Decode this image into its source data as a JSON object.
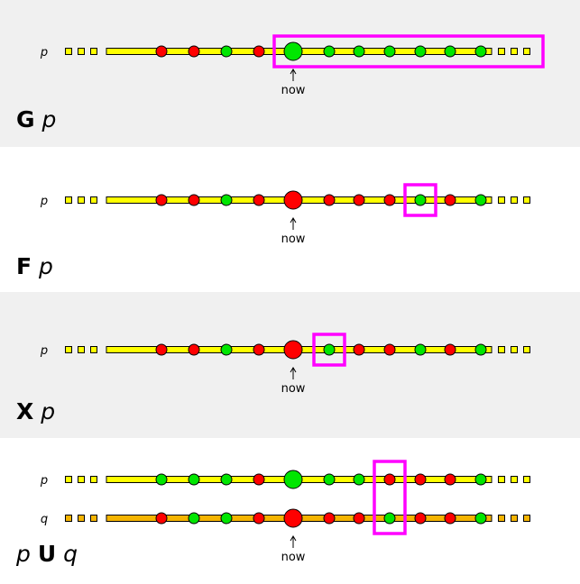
{
  "colors": {
    "panel_alt": "#f0f0f0",
    "panel_white": "#ffffff",
    "track_p": "#ffff00",
    "track_q": "#f5b400",
    "true": "#00e600",
    "false": "#ff0000",
    "highlight": "#ff00ff",
    "stroke": "#000000"
  },
  "now_label": "now",
  "panels": [
    {
      "id": "globally",
      "formula": {
        "op": "G",
        "pre": "",
        "post": "p"
      },
      "tracks": [
        {
          "name": "p",
          "kind": "p",
          "states": [
            "F",
            "F",
            "T",
            "F",
            "T",
            "T",
            "T",
            "T",
            "T",
            "T",
            "T"
          ]
        }
      ],
      "highlight": {
        "from": 4,
        "to": 10,
        "extends_to_end": true
      }
    },
    {
      "id": "finally",
      "formula": {
        "op": "F",
        "pre": "",
        "post": "p"
      },
      "tracks": [
        {
          "name": "p",
          "kind": "p",
          "states": [
            "F",
            "F",
            "T",
            "F",
            "F",
            "F",
            "F",
            "F",
            "T",
            "F",
            "T"
          ]
        }
      ],
      "highlight": {
        "from": 8,
        "to": 8,
        "extends_to_end": false
      }
    },
    {
      "id": "next",
      "formula": {
        "op": "X",
        "pre": "",
        "post": "p"
      },
      "tracks": [
        {
          "name": "p",
          "kind": "p",
          "states": [
            "F",
            "F",
            "T",
            "F",
            "F",
            "T",
            "F",
            "F",
            "T",
            "F",
            "T"
          ]
        }
      ],
      "highlight": {
        "from": 5,
        "to": 5,
        "extends_to_end": false
      }
    },
    {
      "id": "until",
      "formula": {
        "op": "U",
        "pre": "p",
        "post": "q"
      },
      "tracks": [
        {
          "name": "p",
          "kind": "p",
          "states": [
            "T",
            "T",
            "T",
            "F",
            "T",
            "T",
            "T",
            "F",
            "F",
            "F",
            "T"
          ]
        },
        {
          "name": "q",
          "kind": "q",
          "states": [
            "F",
            "T",
            "T",
            "F",
            "F",
            "F",
            "F",
            "T",
            "F",
            "F",
            "T"
          ]
        }
      ],
      "highlight": {
        "from": 7,
        "to": 7,
        "extends_to_end": false
      }
    }
  ]
}
